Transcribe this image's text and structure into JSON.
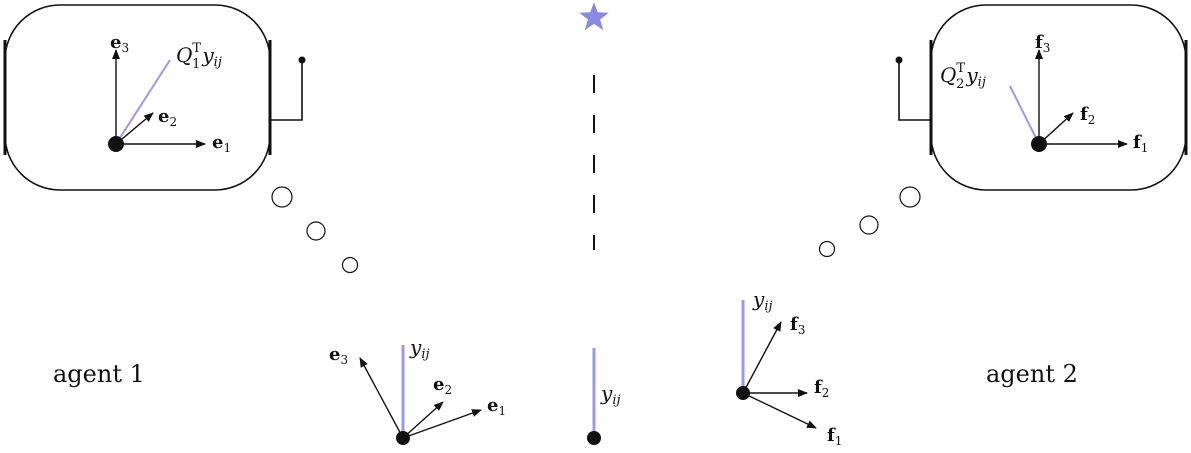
{
  "agent1": {
    "name": "agent 1",
    "body_axes": {
      "e1": "e",
      "e1_sub": "1",
      "e2": "e",
      "e2_sub": "2",
      "e3": "e",
      "e3_sub": "3"
    },
    "projection": {
      "Q": "Q",
      "Q_sub": "1",
      "Q_sup": "T",
      "y": "y",
      "y_sub": "ij"
    },
    "world_axes": {
      "e1": "e",
      "e1_sub": "1",
      "e2": "e",
      "e2_sub": "2",
      "e3": "e",
      "e3_sub": "3"
    },
    "measurement": {
      "y": "y",
      "y_sub": "ij"
    }
  },
  "agent2": {
    "name": "agent 2",
    "body_axes": {
      "f1": "f",
      "f1_sub": "1",
      "f2": "f",
      "f2_sub": "2",
      "f3": "f",
      "f3_sub": "3"
    },
    "projection": {
      "Q": "Q",
      "Q_sub": "2",
      "Q_sup": "T",
      "y": "y",
      "y_sub": "ij"
    },
    "world_axes": {
      "f1": "f",
      "f1_sub": "1",
      "f2": "f",
      "f2_sub": "2",
      "f3": "f",
      "f3_sub": "3"
    },
    "measurement": {
      "y": "y",
      "y_sub": "ij"
    }
  },
  "center": {
    "measurement": {
      "y": "y",
      "y_sub": "ij"
    },
    "target_icon": "star-icon"
  },
  "colors": {
    "vector": "#9a9ae6",
    "star": "#8a8ae0",
    "ink": "#111111"
  }
}
